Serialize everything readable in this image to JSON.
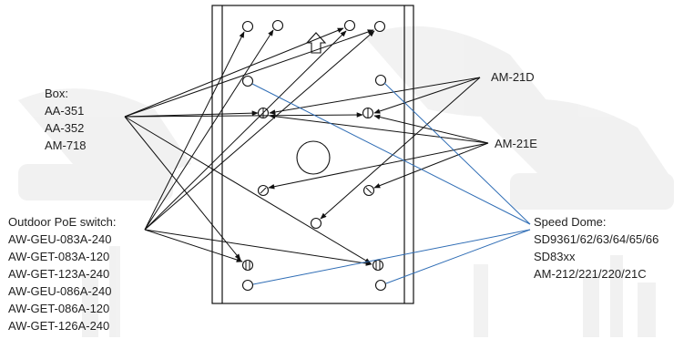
{
  "diagram": {
    "labels": {
      "box": {
        "title": "Box:",
        "models": [
          "AA-351",
          "AA-352",
          "AM-718"
        ]
      },
      "poe_switch": {
        "title": "Outdoor PoE switch:",
        "models": [
          "AW-GEU-083A-240",
          "AW-GET-083A-120",
          "AW-GET-123A-240",
          "AW-GEU-086A-240",
          "AW-GET-086A-120",
          "AW-GET-126A-240"
        ]
      },
      "am21d": "AM-21D",
      "am21e": "AM-21E",
      "speed_dome": {
        "title": "Speed Dome:",
        "models": [
          "SD9361/62/63/64/65/66",
          "SD83xx",
          "AM-212/221/220/21C"
        ]
      }
    },
    "colors": {
      "line": "#111111",
      "speed_dome_line": "#2f6db5",
      "watermark": "#d8d8d8"
    }
  }
}
